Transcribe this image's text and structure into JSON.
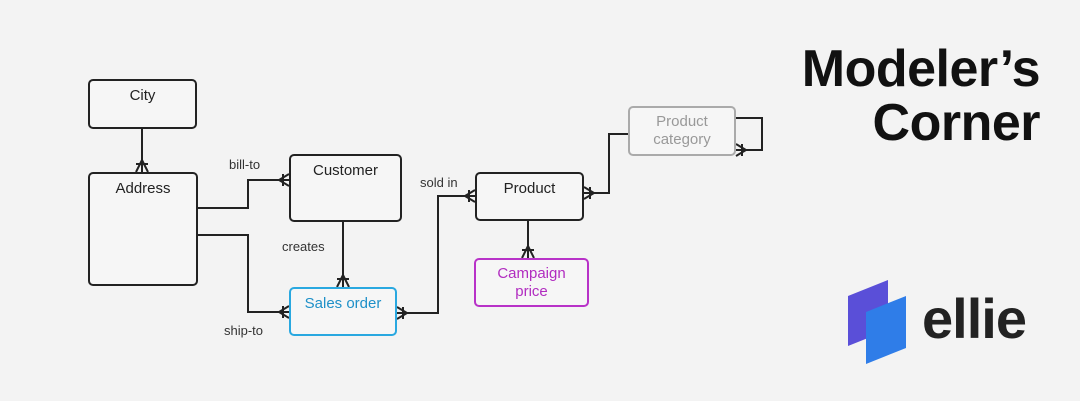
{
  "diagram": {
    "entities": {
      "city": "City",
      "address": "Address",
      "customer": "Customer",
      "product": "Product",
      "product_category": "Product category",
      "sales_order": "Sales order",
      "campaign_price": "Campaign price"
    },
    "relationships": {
      "bill_to": "bill-to",
      "creates": "creates",
      "sold_in": "sold in",
      "ship_to": "ship-to"
    },
    "colors": {
      "default_border": "#222222",
      "sales_order": "#29a8e0",
      "campaign_price": "#b832c8",
      "product_category": "#aaaaaa"
    }
  },
  "branding": {
    "title_line1": "Modeler’s",
    "title_line2": "Corner",
    "logo_text": "ellie",
    "logo_icon": "ellie-logo-icon",
    "logo_colors": [
      "#5a4fd8",
      "#2f7de8"
    ]
  }
}
